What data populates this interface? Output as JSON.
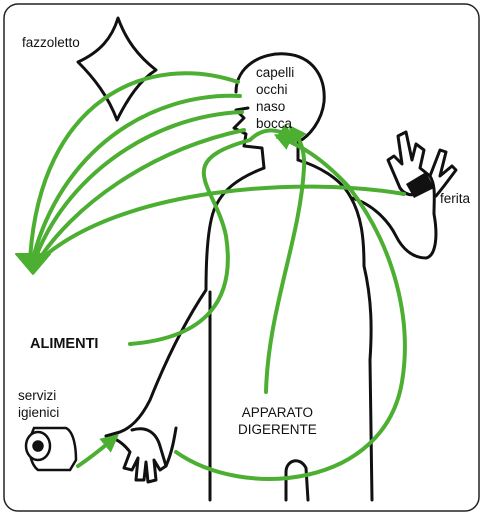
{
  "labels": {
    "tissue": "fazzoletto",
    "head_parts": [
      "capelli",
      "occhi",
      "naso",
      "bocca"
    ],
    "wound": "ferita",
    "food": "ALIMENTI",
    "toilet": [
      "servizi",
      "igienici"
    ],
    "digestive": [
      "APPARATO",
      "DIGERENTE"
    ]
  },
  "colors": {
    "arrow": "#4caf32",
    "outline": "#111111",
    "frame": "#222222",
    "background": "#ffffff"
  },
  "icons": [
    "tissue-icon",
    "toilet-paper-roll-icon",
    "bandage-icon"
  ]
}
